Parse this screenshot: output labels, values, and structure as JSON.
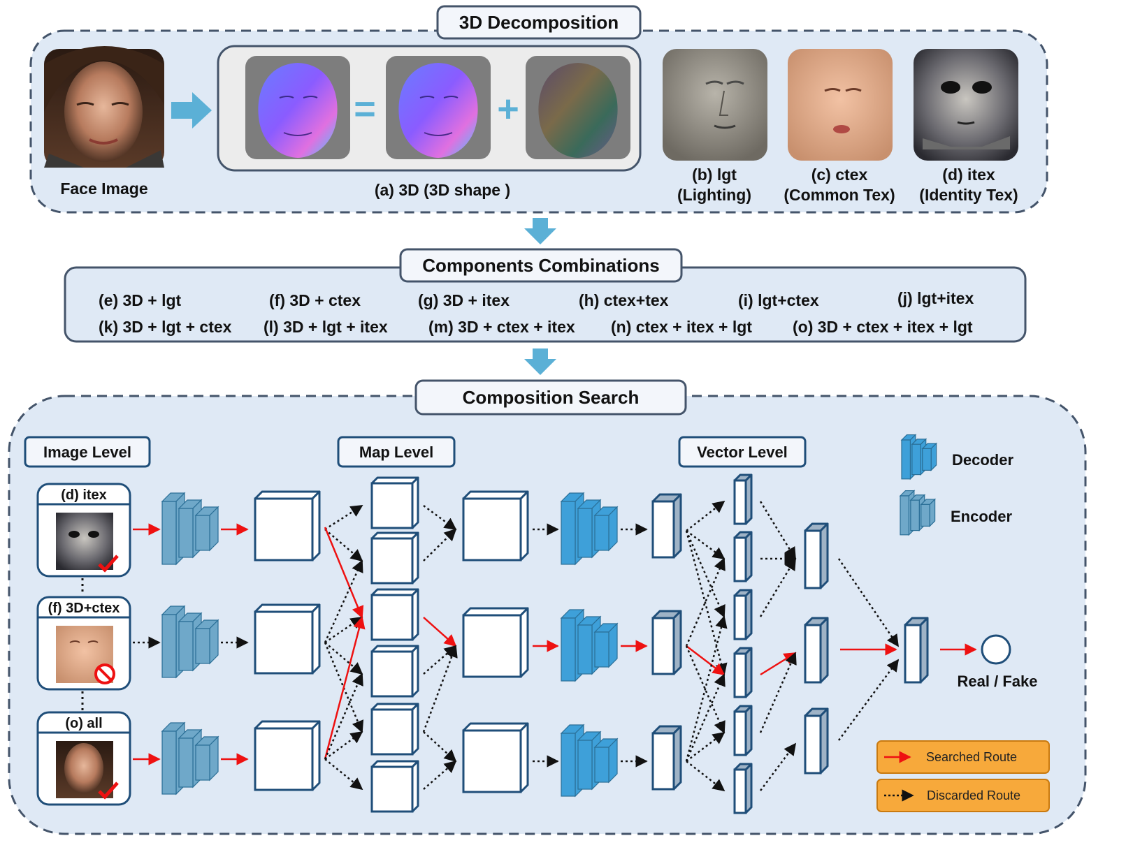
{
  "colors": {
    "panel_fill": "#dfe9f5",
    "panel_border": "#44546a",
    "box_stroke": "#1f4e79",
    "arrow_blue": "#5bb0d6",
    "searched": "#ee1111",
    "discarded": "#111111",
    "encoder": "#6fa8c9",
    "decoder": "#3ea0d9",
    "legend_fill": "#f7a93b",
    "legend_border": "#c97a10"
  },
  "decomposition": {
    "title": "3D Decomposition",
    "face_label": "Face Image",
    "shape_caption": "(a)  3D (3D shape )",
    "equals": "=",
    "plus": "+",
    "textures": [
      {
        "line1": "(b) lgt",
        "line2": "(Lighting)",
        "tone": "lighting"
      },
      {
        "line1": "(c) ctex",
        "line2": "(Common Tex)",
        "tone": "common"
      },
      {
        "line1": "(d) itex",
        "line2": "(Identity Tex)",
        "tone": "identity"
      }
    ]
  },
  "combinations": {
    "title": "Components Combinations",
    "row1": [
      "(e) 3D + lgt",
      "(f)  3D + ctex",
      "(g) 3D + itex",
      "(h) ctex+tex",
      "(i) lgt+ctex",
      "(j) lgt+itex"
    ],
    "row2": [
      "(k) 3D + lgt + ctex",
      "(l) 3D + lgt + itex",
      "(m) 3D + ctex + itex",
      "(n) ctex + itex + lgt",
      "(o) 3D + ctex + itex + lgt"
    ]
  },
  "search": {
    "title": "Composition  Search",
    "levels": {
      "image": "Image Level",
      "map": "Map Level",
      "vector": "Vector Level"
    },
    "inputs": [
      {
        "label": "(d) itex",
        "status": "check",
        "route": "searched"
      },
      {
        "label": "(f) 3D+ctex",
        "status": "forbidden",
        "route": "discarded"
      },
      {
        "label": "(o) all",
        "status": "check",
        "route": "searched"
      }
    ],
    "output_label": "Real / Fake",
    "legend": {
      "decoder": "Decoder",
      "encoder": "Encoder",
      "searched_route": "Searched Route",
      "discarded_route": "Discarded Route"
    }
  }
}
